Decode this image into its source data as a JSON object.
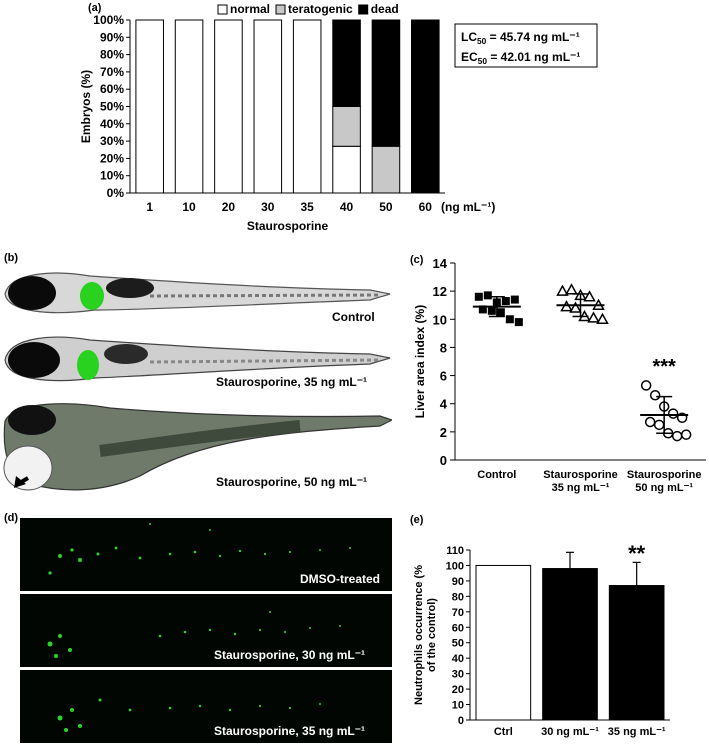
{
  "panels": {
    "a": {
      "label": "(a)"
    },
    "b": {
      "label": "(b)",
      "captions": [
        "Control",
        "Staurosporine, 35 ng mL⁻¹",
        "Staurosporine, 50 ng mL⁻¹"
      ]
    },
    "c": {
      "label": "(c)"
    },
    "d": {
      "label": "(d)",
      "captions": [
        "DMSO-treated",
        "Staurosporine, 30 ng mL⁻¹",
        "Staurosporine, 35 ng mL⁻¹"
      ]
    },
    "e": {
      "label": "(e)"
    }
  },
  "chart_data": [
    {
      "id": "a",
      "type": "bar",
      "stacked": true,
      "categories": [
        "1",
        "10",
        "20",
        "30",
        "35",
        "40",
        "50",
        "60"
      ],
      "category_unit": "(ng mL⁻¹)",
      "xlabel": "Staurosporine",
      "ylabel": "Embryos (%)",
      "ylim": [
        0,
        100
      ],
      "yticks": [
        "0%",
        "10%",
        "20%",
        "30%",
        "40%",
        "50%",
        "60%",
        "70%",
        "80%",
        "90%",
        "100%"
      ],
      "legend": [
        "normal",
        "teratogenic",
        "dead"
      ],
      "legend_position": "top",
      "colors": {
        "normal": "#ffffff",
        "teratogenic": "#c8c8c8",
        "dead": "#000000"
      },
      "series": [
        {
          "name": "normal",
          "values": [
            100,
            100,
            100,
            100,
            100,
            27,
            0,
            0
          ]
        },
        {
          "name": "teratogenic",
          "values": [
            0,
            0,
            0,
            0,
            0,
            23,
            27,
            0
          ]
        },
        {
          "name": "dead",
          "values": [
            0,
            0,
            0,
            0,
            0,
            50,
            73,
            100
          ]
        }
      ],
      "annotations": [
        "LC50 = 45.74 ng mL⁻¹",
        "EC50 = 42.01 ng mL⁻¹"
      ]
    },
    {
      "id": "c",
      "type": "scatter",
      "categories": [
        "Control",
        "Staurosporine\n35 ng mL⁻¹",
        "Staurosporine\n50 ng mL⁻¹"
      ],
      "ylabel": "Liver area index (%)",
      "ylim": [
        0,
        14
      ],
      "yticks": [
        "0",
        "2",
        "4",
        "6",
        "8",
        "10",
        "12",
        "14"
      ],
      "markers": [
        "square",
        "triangle",
        "circle"
      ],
      "series": [
        {
          "category": "Control",
          "mean": 10.9,
          "sd": 0.7,
          "values": [
            11.6,
            11.7,
            11.2,
            11.3,
            11.4,
            10.7,
            10.6,
            10.5,
            10.0,
            9.8
          ]
        },
        {
          "category": "Staurosporine 35 ng mL⁻¹",
          "mean": 11.0,
          "sd": 0.8,
          "values": [
            12.0,
            12.1,
            11.7,
            11.6,
            11.0,
            10.9,
            10.8,
            10.2,
            10.1,
            10.0
          ]
        },
        {
          "category": "Staurosporine 50 ng mL⁻¹",
          "mean": 3.2,
          "sd": 1.3,
          "values": [
            5.3,
            4.6,
            3.8,
            3.3,
            3.0,
            2.7,
            2.5,
            1.9,
            1.7,
            1.8
          ]
        }
      ],
      "annotations": [
        "***"
      ]
    },
    {
      "id": "e",
      "type": "bar",
      "categories": [
        "Ctrl",
        "30 ng mL⁻¹",
        "35 ng mL⁻¹"
      ],
      "values": [
        100,
        98,
        87
      ],
      "errors": [
        0,
        10.5,
        15
      ],
      "colors": [
        "#ffffff",
        "#000000",
        "#000000"
      ],
      "ylabel": "Neutrophils occurrence (% of the control)",
      "ylim": [
        0,
        110
      ],
      "yticks": [
        "0",
        "10",
        "20",
        "30",
        "40",
        "50",
        "60",
        "70",
        "80",
        "90",
        "100",
        "110"
      ],
      "annotations": [
        "**"
      ]
    }
  ]
}
